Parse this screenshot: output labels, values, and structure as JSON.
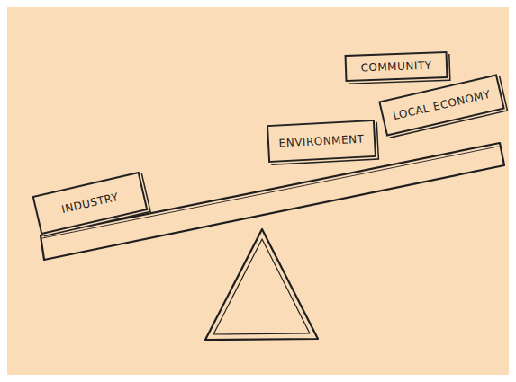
{
  "diagram": {
    "nodes": [
      {
        "text": [
          "COMMUNITY"
        ]
      },
      {
        "text": [
          "LOCAL ECONOMY"
        ]
      },
      {
        "text": [
          "ENVIRONMENT"
        ]
      },
      {
        "text": [
          "INDUSTRY"
        ]
      }
    ]
  }
}
